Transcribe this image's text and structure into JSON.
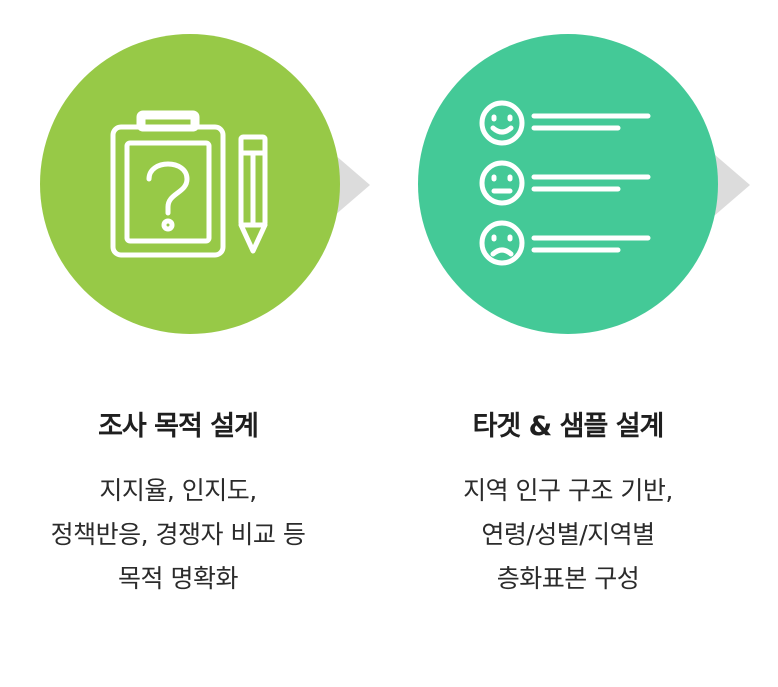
{
  "colors": {
    "green": "#97c947",
    "teal": "#44c997",
    "arrow": "#dcdcdc"
  },
  "steps": [
    {
      "icon": "clipboard-question-pencil-icon",
      "title": "조사 목적 설계",
      "lines": [
        "지지율, 인지도,",
        "정책반응, 경쟁자 비교 등",
        "목적 명확화"
      ]
    },
    {
      "icon": "faces-list-icon",
      "title": "타겟 & 샘플 설계",
      "lines": [
        "지역 인구 구조 기반,",
        "연령/성별/지역별",
        "층화표본 구성"
      ]
    }
  ]
}
